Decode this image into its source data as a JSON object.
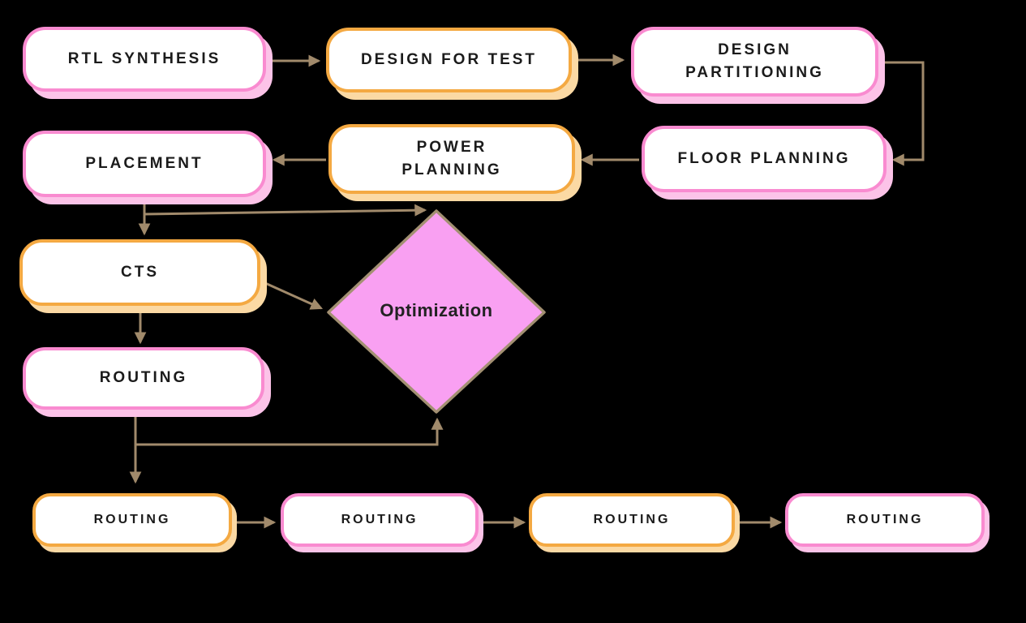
{
  "diagram": {
    "type": "flowchart",
    "background_color": "#000000",
    "connector_color": "#A18A6B",
    "text_color": "#1B1B1B",
    "node_styles": {
      "pink": {
        "border": "#F98BD0",
        "shadow": "#FCC3E8",
        "fill": "#FFFFFF"
      },
      "orange": {
        "border": "#F4A942",
        "shadow": "#FBD9A4",
        "fill": "#FFFFFF"
      }
    },
    "nodes": [
      {
        "label": "RTL SYNTHESIS",
        "variant": "pink"
      },
      {
        "label": "DESIGN FOR TEST",
        "variant": "orange"
      },
      {
        "label": "DESIGN\nPARTITIONING",
        "variant": "pink"
      },
      {
        "label": "FLOOR PLANNING",
        "variant": "pink"
      },
      {
        "label": "POWER\nPLANNING",
        "variant": "orange"
      },
      {
        "label": "PLACEMENT",
        "variant": "pink"
      },
      {
        "label": "CTS",
        "variant": "orange"
      },
      {
        "label": "ROUTING",
        "variant": "pink"
      },
      {
        "label": "ROUTING",
        "variant": "orange"
      },
      {
        "label": "ROUTING",
        "variant": "pink"
      },
      {
        "label": "ROUTING",
        "variant": "orange"
      },
      {
        "label": "ROUTING",
        "variant": "pink"
      }
    ],
    "decision": {
      "label": "Optimization",
      "fill": "#F9A0F2",
      "border": "#A39072"
    },
    "edges": [
      "RTL SYNTHESIS -> DESIGN FOR TEST",
      "DESIGN FOR TEST -> DESIGN PARTITIONING",
      "DESIGN PARTITIONING -> FLOOR PLANNING",
      "FLOOR PLANNING -> POWER PLANNING",
      "POWER PLANNING -> PLACEMENT",
      "PLACEMENT -> CTS",
      "PLACEMENT -> Optimization",
      "CTS -> Optimization",
      "CTS -> ROUTING",
      "ROUTING -> Optimization",
      "ROUTING -> ROUTING (bottom 1)",
      "ROUTING (bottom 1) -> ROUTING (bottom 2)",
      "ROUTING (bottom 2) -> ROUTING (bottom 3)",
      "ROUTING (bottom 3) -> ROUTING (bottom 4)"
    ]
  }
}
